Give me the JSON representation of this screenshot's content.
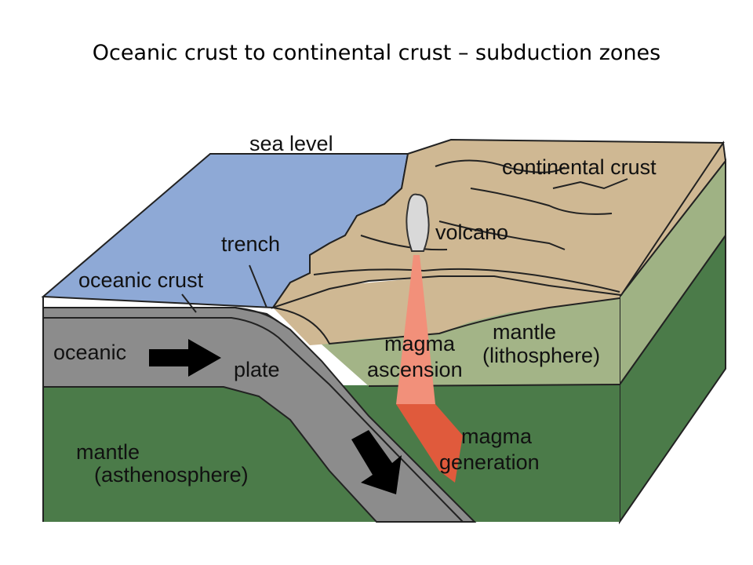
{
  "title": "Oceanic crust to continental crust – subduction zones",
  "labels": {
    "sea_level": "sea level",
    "continental_crust": "continental crust",
    "volcano": "volcano",
    "trench": "trench",
    "oceanic_crust": "oceanic crust",
    "oceanic": "oceanic",
    "plate": "plate",
    "magma_1": "magma",
    "ascension": "ascension",
    "mantle_litho_1": "mantle",
    "mantle_litho_2": "(lithosphere)",
    "magma_2": "magma",
    "generation": "generation",
    "mantle_astheno_1": "mantle",
    "mantle_astheno_2": "(asthenosphere)"
  },
  "colors": {
    "sea": "#8ea9d6",
    "land": "#cfb893",
    "lithosphere_mantle": "#a3b487",
    "asthenosphere": "#4b7b49",
    "plate": "#8c8c8c",
    "magma_ascension": "#f2907a",
    "magma_generation": "#e05a3c",
    "volcano": "#d9d9d9"
  }
}
